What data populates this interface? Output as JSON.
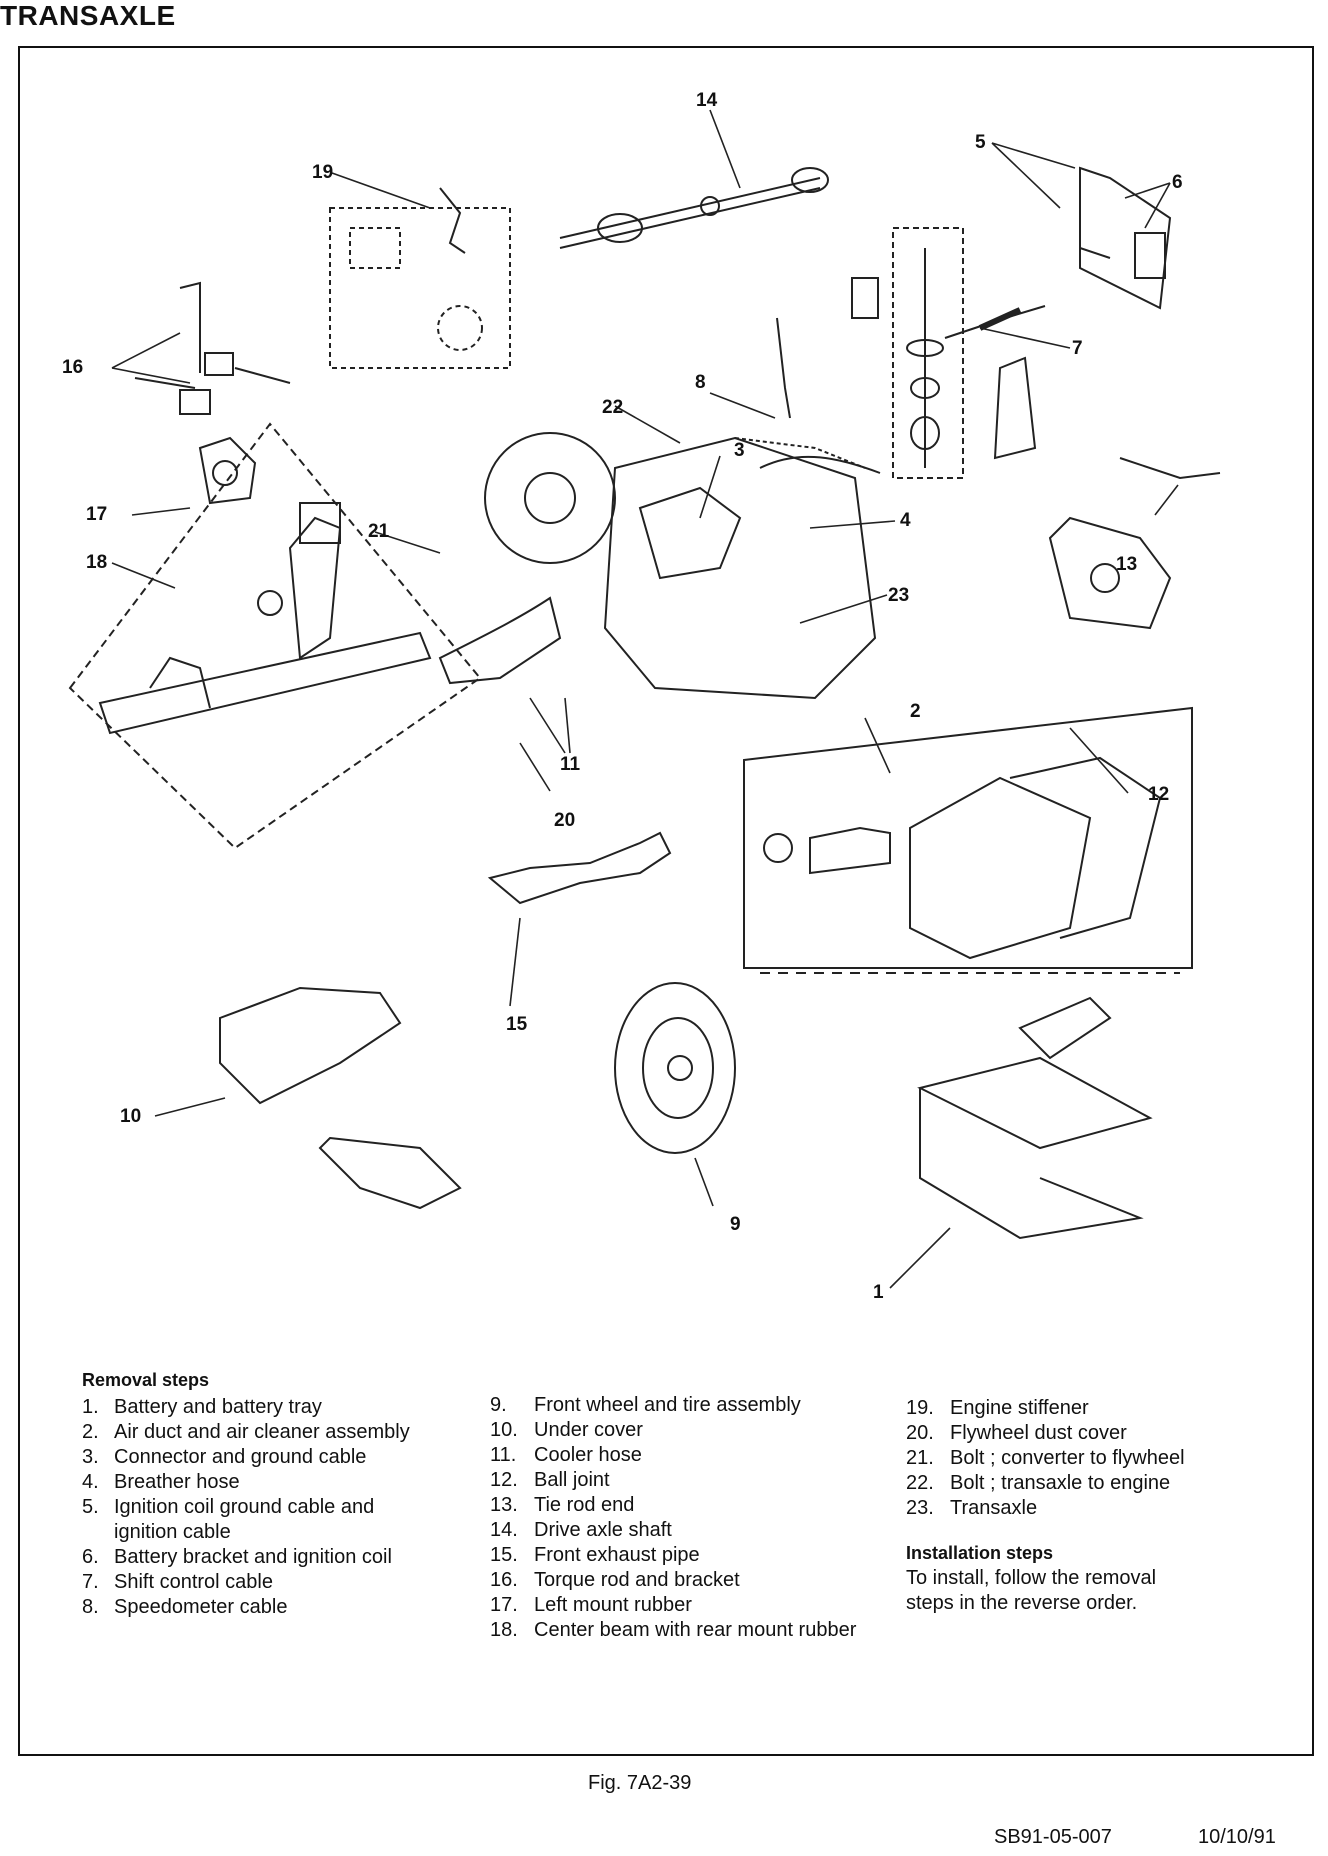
{
  "title": "TRANSAXLE",
  "figure_caption": "Fig. 7A2-39",
  "footer": {
    "code": "SB91-05-007",
    "date": "10/10/91"
  },
  "callouts": [
    "1",
    "2",
    "3",
    "4",
    "5",
    "6",
    "7",
    "8",
    "9",
    "10",
    "11",
    "12",
    "13",
    "14",
    "15",
    "16",
    "17",
    "18",
    "19",
    "20",
    "21",
    "22",
    "23"
  ],
  "removal": {
    "heading": "Removal steps",
    "steps": [
      {
        "num": "1.",
        "text": "Battery and battery tray"
      },
      {
        "num": "2.",
        "text": "Air duct and air cleaner assembly"
      },
      {
        "num": "3.",
        "text": "Connector and ground cable"
      },
      {
        "num": "4.",
        "text": "Breather hose"
      },
      {
        "num": "5.",
        "text": "Ignition coil ground cable and ignition cable"
      },
      {
        "num": "6.",
        "text": "Battery bracket and ignition coil"
      },
      {
        "num": "7.",
        "text": "Shift control cable"
      },
      {
        "num": "8.",
        "text": "Speedometer cable"
      },
      {
        "num": "9.",
        "text": "Front wheel and tire assembly"
      },
      {
        "num": "10.",
        "text": "Under cover"
      },
      {
        "num": "11.",
        "text": "Cooler hose"
      },
      {
        "num": "12.",
        "text": "Ball joint"
      },
      {
        "num": "13.",
        "text": "Tie rod end"
      },
      {
        "num": "14.",
        "text": "Drive axle shaft"
      },
      {
        "num": "15.",
        "text": "Front exhaust pipe"
      },
      {
        "num": "16.",
        "text": "Torque rod and bracket"
      },
      {
        "num": "17.",
        "text": "Left mount rubber"
      },
      {
        "num": "18.",
        "text": "Center beam with rear mount rubber"
      },
      {
        "num": "19.",
        "text": "Engine stiffener"
      },
      {
        "num": "20.",
        "text": "Flywheel dust cover"
      },
      {
        "num": "21.",
        "text": "Bolt ; converter to flywheel"
      },
      {
        "num": "22.",
        "text": "Bolt ; transaxle to engine"
      },
      {
        "num": "23.",
        "text": "Transaxle"
      }
    ]
  },
  "installation": {
    "heading": "Installation steps",
    "text": "To install, follow the removal steps in the reverse order."
  }
}
